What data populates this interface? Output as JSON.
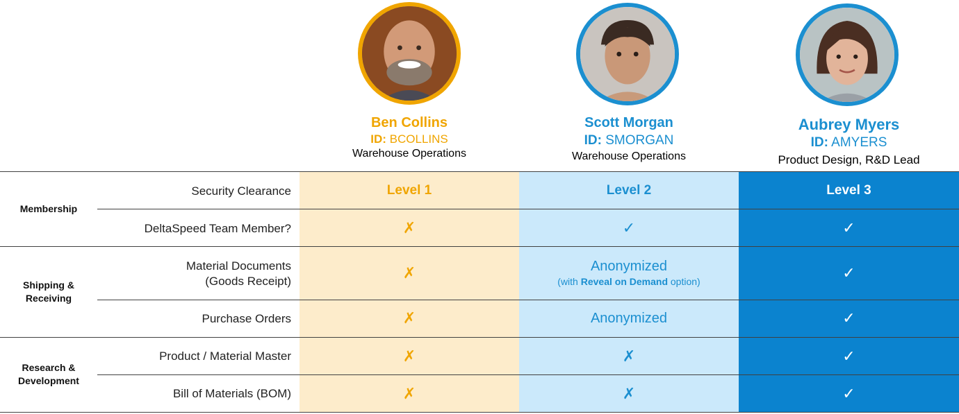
{
  "colors": {
    "ben": "#f0a500",
    "scott": "#1b8fd0",
    "aubrey_accent": "#1b8fd0",
    "ben_bg": "#fdeccb",
    "scott_bg": "#cbe9fb",
    "aubrey_bg": "#0b83cf"
  },
  "people": [
    {
      "name": "Ben Collins",
      "id_label": "ID:",
      "id": "BCOLLINS",
      "dept": "Warehouse Operations",
      "avatar_icon": "person-photo-bearded-man"
    },
    {
      "name": "Scott Morgan",
      "id_label": "ID:",
      "id": "SMORGAN",
      "dept": "Warehouse Operations",
      "avatar_icon": "person-photo-young-man"
    },
    {
      "name": "Aubrey Myers",
      "id_label": "ID:",
      "id": "AMYERS",
      "dept": "Product Design, R&D Lead",
      "avatar_icon": "person-photo-woman"
    }
  ],
  "groups": [
    {
      "label_line1": "Membership",
      "label_line2": ""
    },
    {
      "label_line1": "Shipping &",
      "label_line2": "Receiving"
    },
    {
      "label_line1": "Research &",
      "label_line2": "Development"
    }
  ],
  "rows": [
    {
      "label": "Security Clearance",
      "ben": "Level 1",
      "scott": "Level 2",
      "aubrey": "Level 3"
    },
    {
      "label": "DeltaSpeed Team Member?",
      "ben": "✗",
      "scott": "✓",
      "aubrey": "✓"
    },
    {
      "label_line1": "Material Documents",
      "label_line2": "(Goods Receipt)",
      "ben": "✗",
      "scott": "Anonymized",
      "scott_sub_pre": "(with ",
      "scott_sub_bold": "Reveal on Demand",
      "scott_sub_post": " option)",
      "aubrey": "✓"
    },
    {
      "label": "Purchase Orders",
      "ben": "✗",
      "scott": "Anonymized",
      "aubrey": "✓"
    },
    {
      "label": "Product / Material Master",
      "ben": "✗",
      "scott": "✗",
      "aubrey": "✓"
    },
    {
      "label": "Bill of Materials (BOM)",
      "ben": "✗",
      "scott": "✗",
      "aubrey": "✓"
    }
  ]
}
